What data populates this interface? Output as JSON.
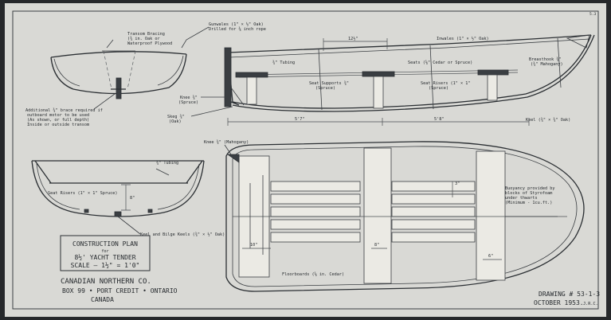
{
  "corner_mark": "5.3",
  "colors": {
    "paper": "#d9d9d5",
    "ink": "#2b2f33",
    "frame": "#26282b"
  },
  "labels": {
    "transom_bracing": "Transom Bracing",
    "transom_bracing_2": "(¾ in. Oak or",
    "transom_bracing_3": "Waterproof Plywood",
    "gunwales": "Gunwales (1\" × ½\" Oak)",
    "gunwales_2": "Drilled for ⅜ inch rope",
    "tubing_top": "¾\" Tubing",
    "inwales": "Inwales (1\" × ½\" Oak)",
    "seats": "Seats (⅝\" Cedar or Spruce)",
    "breasthook": "Breasthook ¾\"",
    "breasthook_2": "(¾\" Mahogany)",
    "seat_supports": "Seat Supports ¾\"",
    "seat_supports_2": "(Spruce)",
    "seat_risers_side": "Seat Risers (1\" × 1\"",
    "seat_risers_side_2": "(Spruce)",
    "knee": "Knee ¾\"",
    "knee_2": "(Spruce)",
    "skeg": "Skeg ¾\"",
    "skeg_2": "(Oak)",
    "keel": "Keel (¾\" × ¾\" Oak)",
    "brace_note_1": "Additional ¾\" brace required if",
    "brace_note_2": "outboard motor to be used",
    "brace_note_3": "(As shown, or full depth)",
    "brace_note_4": "Inside or outside transom",
    "tubing_section": "¾\" Tubing",
    "seat_risers_section": "Seat Risers (1\" × 1\" Spruce)",
    "keel_bilge": "Keel and Bilge Keels (¾\" × ½\" Oak)",
    "knee_plan": "Knee ¾\" (Mahogany)",
    "buoyancy_1": "Buoyancy provided by",
    "buoyancy_2": "blocks of Styrofoam",
    "buoyancy_3": "under thwarts",
    "buoyancy_4": "(Minimum - 1cu.ft.)",
    "floorboards": "Floorboards (⅝ in. Cedar)"
  },
  "dimensions": {
    "top_span": "12½\"",
    "len_left": "5'7\"",
    "len_right": "5'8\"",
    "sec_depth": "8\"",
    "plan_10": "10\"",
    "plan_8": "8\"",
    "plan_6": "6\"",
    "plan_3": "3\""
  },
  "title_block": {
    "line1": "CONSTRUCTION PLAN",
    "line2": "for",
    "line3": "8½' YACHT TENDER",
    "line4": "SCALE – 1½\" = 1'0\""
  },
  "company": {
    "name": "CANADIAN NORTHERN CO.",
    "address": "BOX 99 • PORT CREDIT • ONTARIO",
    "country": "CANADA"
  },
  "drawing": {
    "number": "DRAWING # 53-1-3",
    "date": "OCTOBER 1953.",
    "initials": "J.R.C."
  }
}
